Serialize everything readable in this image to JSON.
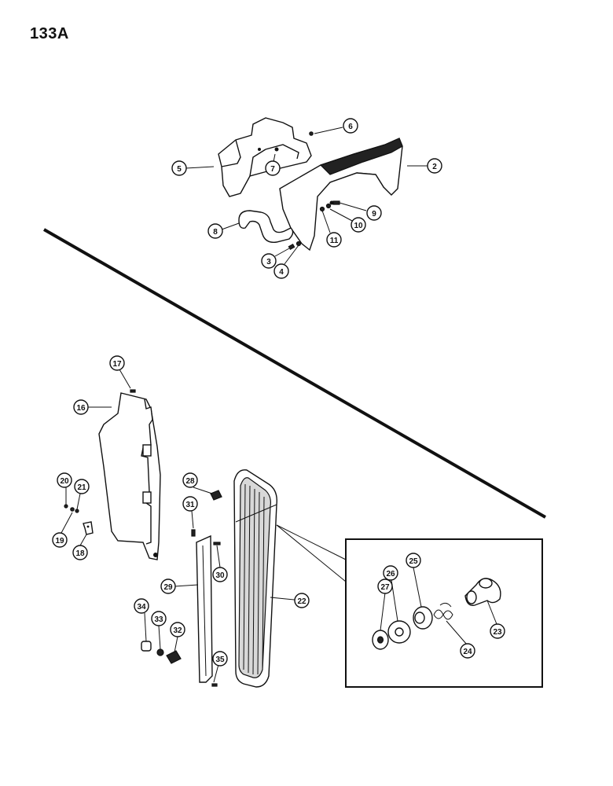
{
  "page": {
    "number": "133A"
  },
  "callouts": [
    "2",
    "3",
    "4",
    "5",
    "6",
    "7",
    "8",
    "9",
    "10",
    "11",
    "16",
    "17",
    "18",
    "19",
    "20",
    "21",
    "22",
    "23",
    "24",
    "25",
    "26",
    "27",
    "28",
    "29",
    "30",
    "31",
    "32",
    "33",
    "34",
    "35"
  ]
}
